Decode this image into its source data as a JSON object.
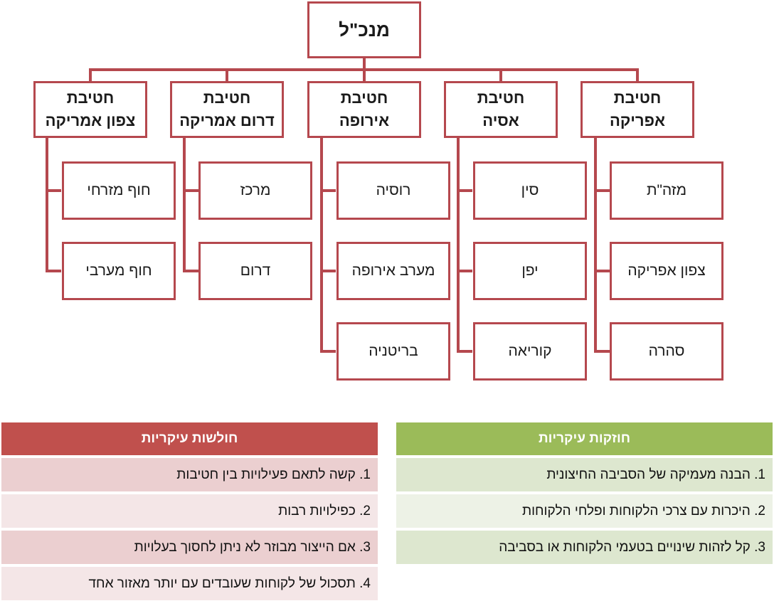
{
  "org": {
    "ceo": "מנכ\"ל",
    "divisions": [
      {
        "line1": "חטיבת",
        "line2": "אפריקה",
        "regions": [
          "מזה\"ת",
          "צפון אפריקה",
          "סהרה"
        ]
      },
      {
        "line1": "חטיבת",
        "line2": "אסיה",
        "regions": [
          "סין",
          "יפן",
          "קוריאה"
        ]
      },
      {
        "line1": "חטיבת",
        "line2": "אירופה",
        "regions": [
          "רוסיה",
          "מערב אירופה",
          "בריטניה"
        ]
      },
      {
        "line1": "חטיבת",
        "line2": "דרום אמריקה",
        "regions": [
          "מרכז",
          "דרום"
        ]
      },
      {
        "line1": "חטיבת",
        "line2": "צפון אמריקה",
        "regions": [
          "חוף מזרחי",
          "חוף מערבי"
        ]
      }
    ]
  },
  "strengths": {
    "header": "חוזקות עיקריות",
    "items": [
      "1. הבנה מעמיקה של הסביבה החיצונית",
      "2. היכרות עם צרכי הלקוחות ופלחי הלקוחות",
      "3. קל לזהות שינויים בטעמי הלקוחות או בסביבה"
    ]
  },
  "weaknesses": {
    "header": "חולשות עיקריות",
    "items": [
      "1. קשה לתאם פעילויות בין חטיבות",
      "2. כפילויות רבות",
      "3. אם הייצור מבוזר לא ניתן לחסוך בעלויות",
      "4. תסכול של לקוחות שעובדים עם יותר מאזור אחד"
    ]
  },
  "colors": {
    "border": "#b5484e",
    "weak_header": "#c0504d",
    "weak_row_dark": "#ebcfd0",
    "weak_row_light": "#f4e6e7",
    "strong_header": "#9bbb59",
    "strong_row_dark": "#dde7cf",
    "strong_row_light": "#edf2e6"
  }
}
